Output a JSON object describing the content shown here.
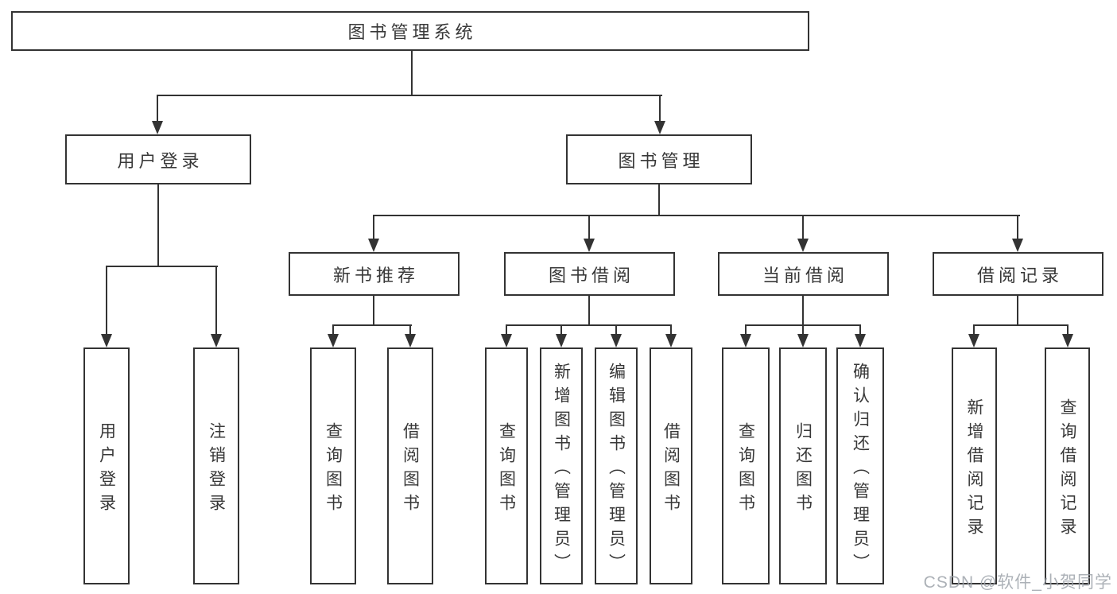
{
  "nodes": {
    "root": "图书管理系统",
    "level2": {
      "user_login": "用户登录",
      "book_mgmt": "图书管理"
    },
    "level3": {
      "new_book": "新书推荐",
      "book_borrow": "图书借阅",
      "current_borrow": "当前借阅",
      "borrow_record": "借阅记录"
    },
    "leaves": {
      "login": [
        "用户登录",
        "注销登录"
      ],
      "new_book": [
        "查询图书",
        "借阅图书"
      ],
      "borrow": [
        "查询图书",
        "新增图书（管理员）",
        "编辑图书（管理员）",
        "借阅图书"
      ],
      "current": [
        "查询图书",
        "归还图书",
        "确认归还（管理员）"
      ],
      "record": [
        "新增借阅记录",
        "查询借阅记录"
      ]
    }
  },
  "watermark": "CSDN @软件_小贺同学",
  "colors": {
    "ink": "#333333",
    "background": "#ffffff",
    "watermark": "#9ea3aa"
  }
}
